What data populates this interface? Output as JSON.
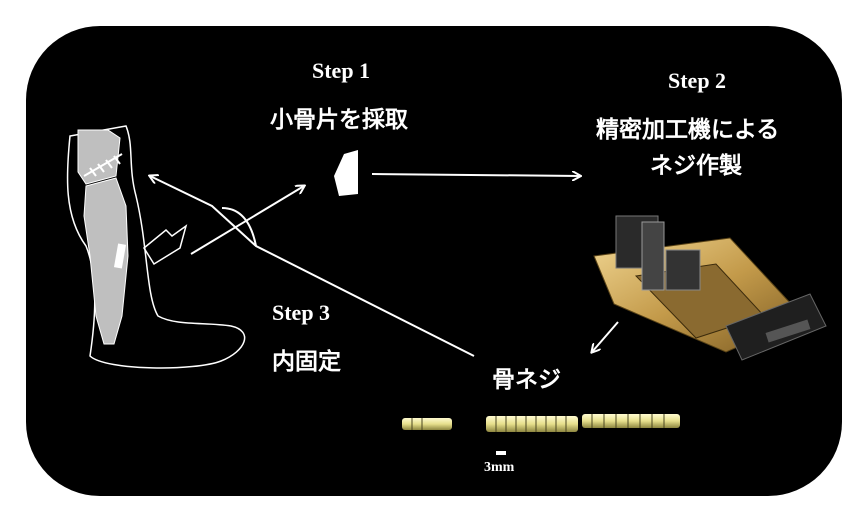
{
  "steps": [
    {
      "title": "Step 1",
      "caption": "小骨片を採取"
    },
    {
      "title": "Step 2",
      "caption_lines": [
        "精密加工機による",
        "ネジ作製"
      ]
    },
    {
      "title": "Step 3",
      "caption": "内固定"
    }
  ],
  "product_label": "骨ネジ",
  "scale_bar_label": "3mm",
  "colors": {
    "background": "#000000",
    "frame": "#ffffff",
    "text": "#ffffff",
    "leg_fill": "#bfbfbf",
    "machine_gold": "#c8a45a",
    "screw_yellow": "#e8e59a"
  }
}
